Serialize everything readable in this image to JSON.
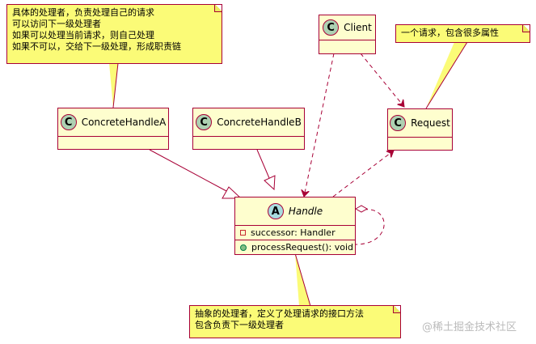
{
  "notes": {
    "handler_note": "具体的处理者，负责处理自己的请求\n可以访问下一级处理者\n如果可以处理当前请求，则自己处理\n如果不可以，交给下一级处理，形成职责链",
    "request_note": "一个请求，包含很多属性",
    "handle_note": "抽象的处理者，定义了处理请求的接口方法\n包含负责下一级处理者"
  },
  "classes": {
    "client": {
      "stereotype": "C",
      "name": "Client"
    },
    "request": {
      "stereotype": "C",
      "name": "Request"
    },
    "concrete_a": {
      "stereotype": "C",
      "name": "ConcreteHandleA"
    },
    "concrete_b": {
      "stereotype": "C",
      "name": "ConcreteHandleB"
    },
    "handle": {
      "stereotype": "A",
      "name": "Handle",
      "field": "successor: Handler",
      "method": "processRequest(): void"
    }
  },
  "watermark": "@稀土掘金技术社区",
  "colors": {
    "class_fill": "#fefece",
    "border": "#a80036",
    "note_fill": "#fbfb77",
    "class_icon": "#add1b2",
    "abstract_icon": "#a9dcdf"
  }
}
